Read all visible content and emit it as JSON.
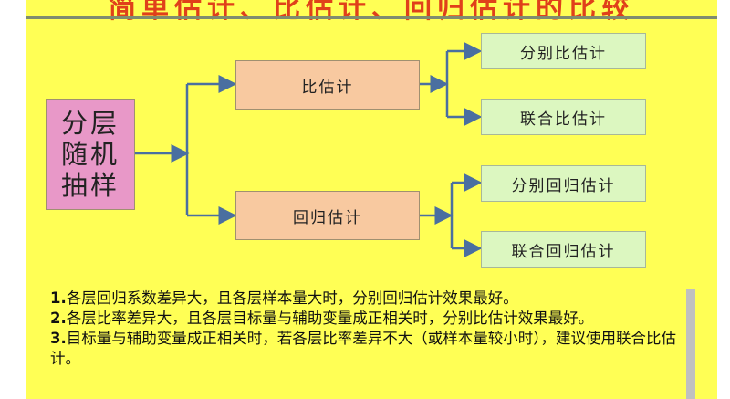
{
  "title": "简单估计、比估计、回归估计的比较",
  "root": "分层随机抽样",
  "branches": [
    {
      "label": "比估计",
      "children": [
        "分别比估计",
        "联合比估计"
      ]
    },
    {
      "label": "回归估计",
      "children": [
        "分别回归估计",
        "联合回归估计"
      ]
    }
  ],
  "notes": [
    {
      "num": "1.",
      "text": "各层回归系数差异大，且各层样本量大时，分别回归估计效果最好。"
    },
    {
      "num": "2.",
      "text": "各层比率差异大，且各层目标量与辅助变量成正相关时，分别比估计效果最好。"
    },
    {
      "num": "3.",
      "text": "目标量与辅助变量成正相关时，若各层比率差异不大（或样本量较小时），建议使用联合比估计。"
    }
  ],
  "colors": {
    "background": "#ffff55",
    "title": "#e0401a",
    "root": "#e898c8",
    "branch": "#f8c9a0",
    "leaf": "#dcf7c0",
    "connector": "#4a6fa0"
  }
}
